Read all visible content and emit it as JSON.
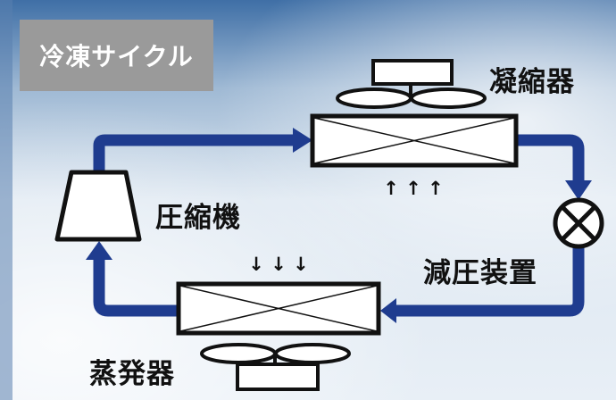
{
  "title": "冷凍サイクル",
  "labels": {
    "condenser": "凝縮器",
    "compressor": "圧縮機",
    "expansion_valve": "減圧装置",
    "evaporator": "蒸発器"
  },
  "arrows": {
    "condenser_airflow": "↑ ↑ ↑",
    "evaporator_airflow": "↓ ↓ ↓"
  },
  "colors": {
    "pipe": "#1f3c8f",
    "title_bg": "#9a9a9a",
    "title_text": "#ffffff",
    "label_text": "#111111"
  },
  "icons": [
    "fan-icon",
    "heat-exchanger-icon",
    "compressor-icon",
    "expansion-valve-icon"
  ]
}
